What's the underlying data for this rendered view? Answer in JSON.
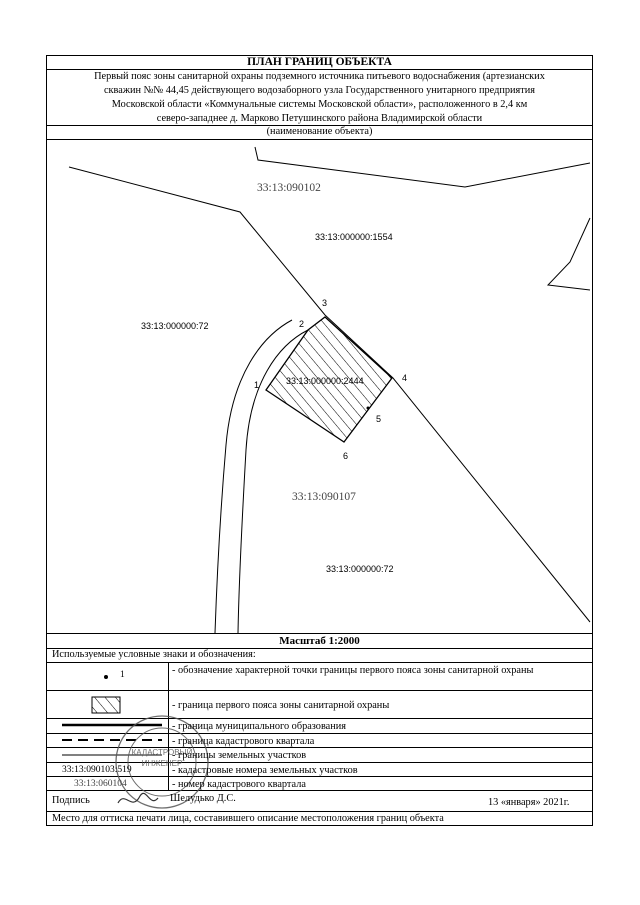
{
  "header": {
    "title": "ПЛАН ГРАНИЦ ОБЪЕКТА",
    "description_lines": [
      "Первый пояс зоны санитарной охраны подземного источника питьевого водоснабжения (артезианских",
      "скважин №№ 44,45 действующего водозаборного узла Государственного унитарного предприятия",
      "Московской области «Коммунальные системы Московской области», расположенного в 2,4 км",
      "северо-западнее д. Марково Петушинского района Владимирской области"
    ],
    "caption": "(наименование объекта)"
  },
  "map": {
    "labels": {
      "quarter_top": "33:13:090102",
      "parcel_1554": "33:13:000000:1554",
      "parcel_72_left": "33:13:000000:72",
      "parcel_2444": "33:13:000000:2444",
      "quarter_bottom": "33:13:090107",
      "parcel_72_bottom": "33:13:000000:72"
    },
    "points": {
      "p1": "1",
      "p2": "2",
      "p3": "3",
      "p4": "4",
      "p5": "5",
      "p6": "6"
    }
  },
  "scale": "Масштаб 1:2000",
  "legend": {
    "title": "Используемые условные знаки и обозначения:",
    "point_symbol_number": "1",
    "items": [
      "- обозначение характерной точки границы первого пояса зоны санитарной охраны",
      "- граница первого пояса зоны санитарной охраны",
      "- граница муниципального образования",
      "- граница кадастрового квартала",
      "- границы земельных участков",
      "- кадастровые номера земельных участков",
      "- номер кадастрового квартала"
    ],
    "sample_parcel_code": "33:13:090103:519",
    "sample_quarter_code": "33:13:060104"
  },
  "signature": {
    "label": "Подпись",
    "name": "Шелудько Д.С.",
    "date": "13 «января» 2021г."
  },
  "stamp_note": "Место для оттиска печати лица, составившего описание местоположения границ объекта",
  "colors": {
    "ink": "#000000",
    "label_gray": "#444444",
    "stamp": "#555555"
  }
}
